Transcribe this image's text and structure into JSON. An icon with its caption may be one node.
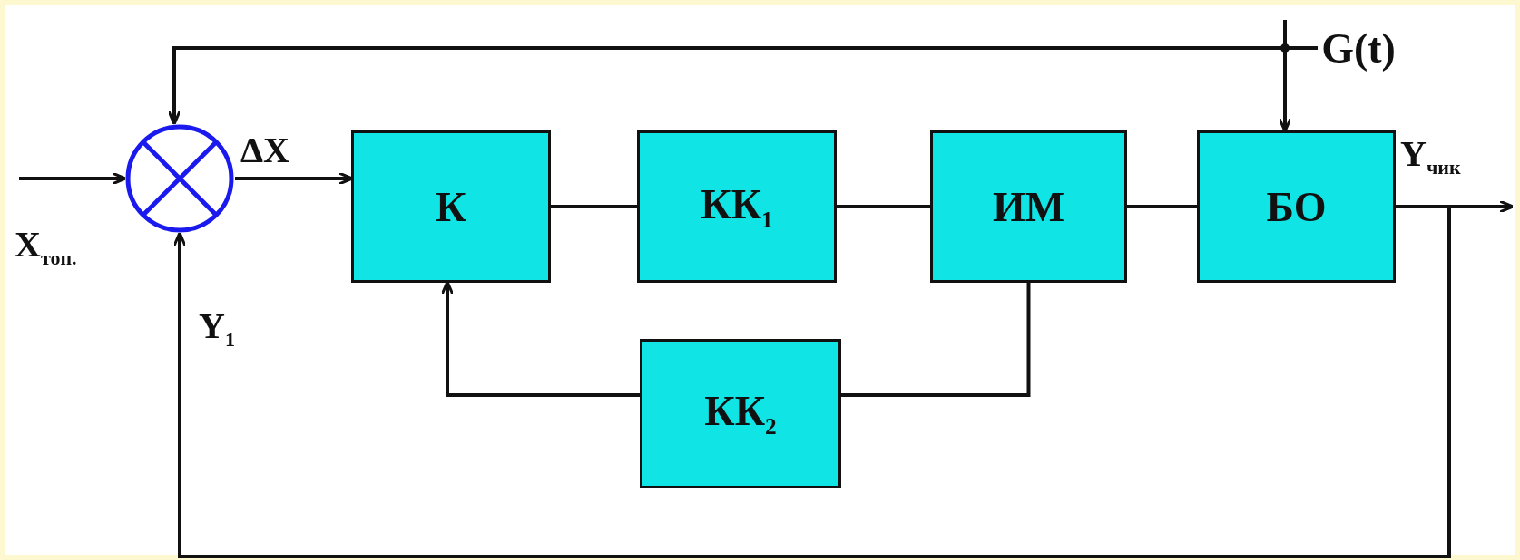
{
  "diagram": {
    "nodes": [
      {
        "text": [
          "G(t)"
        ]
      },
      {
        "text": [],
        "shape": "circle"
      },
      {
        "text": [
          "К"
        ]
      },
      {
        "text": [
          "КК$_{1}$"
        ]
      },
      {
        "text": [
          "ИМ"
        ]
      },
      {
        "text": [
          "БО"
        ]
      },
      {
        "text": [
          "КК$_{2}$"
        ]
      }
    ],
    "edges": [
      {
        "from": null,
        "to": 1,
        "arrow": "to"
      },
      {
        "from": 1,
        "to": 2,
        "arrow": "to"
      },
      {
        "from": 2,
        "to": 3,
        "arrow": "none"
      },
      {
        "from": 3,
        "to": 4,
        "arrow": "none"
      },
      {
        "from": 4,
        "to": 5,
        "arrow": "none"
      },
      {
        "from": 5,
        "to": null,
        "arrow": "to"
      },
      {
        "from": 0,
        "to": 5,
        "arrow": "to"
      },
      {
        "from": 0,
        "to": 1,
        "arrow": "to"
      },
      {
        "from": 5,
        "to": 1,
        "arrow": "to"
      },
      {
        "from": 4,
        "to": 6,
        "arrow": "none"
      },
      {
        "from": 6,
        "to": 2,
        "arrow": "to"
      }
    ],
    "labels": [
      "X$_{топ.}$",
      "ΔX",
      "Y$_{1}$",
      "Y$_{чик}$"
    ]
  }
}
